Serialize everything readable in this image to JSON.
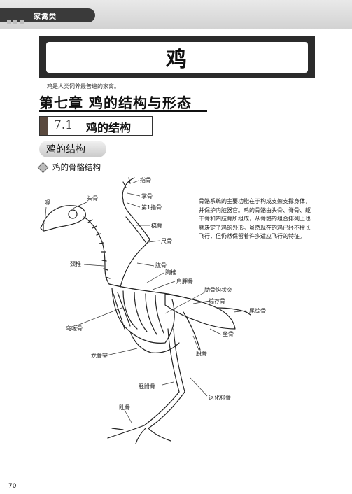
{
  "header": {
    "book_label": "家禽类"
  },
  "chapter_banner": {
    "title": "鸡"
  },
  "intro_text": "鸡是人类饲养最普遍的家禽。",
  "chapter": {
    "title": "第七章  鸡的结构与形态"
  },
  "section": {
    "number": "7.1",
    "title": "鸡的结构"
  },
  "subsection_pill": {
    "label": "鸡的结构"
  },
  "sub_heading": {
    "label": "鸡的骨骼结构"
  },
  "description": "骨骼系统的主要功能在于构成支架支撑身体，并保护内脏器官。鸡的骨骼由头骨、脊骨、躯干骨和四肢骨所组成，从骨骼的组合排列上也就决定了鸡的外形。虽然现在的鸡已经不擅长飞行，但仍然保留着许多适应飞行的特征。",
  "figure_labels": {
    "beak": "喙",
    "skull": "头骨",
    "finger_bone": "指骨",
    "metacarpal": "掌骨",
    "first_finger": "第1指骨",
    "radius": "桡骨",
    "ulna": "尺骨",
    "cervical": "颈椎",
    "humerus": "肱骨",
    "thoracic": "胸椎",
    "scapula": "肩胛骨",
    "uncinate": "肋骨钩状突",
    "synsacrum": "综荐骨",
    "pygostyle": "尾综骨",
    "coracoid": "乌喙骨",
    "ischium": "坐骨",
    "femur": "股骨",
    "keel": "龙骨突",
    "tibiotarsus": "胫跗骨",
    "tarsometatarsus": "退化腓骨",
    "toe": "趾骨"
  },
  "page": {
    "number": "70"
  }
}
